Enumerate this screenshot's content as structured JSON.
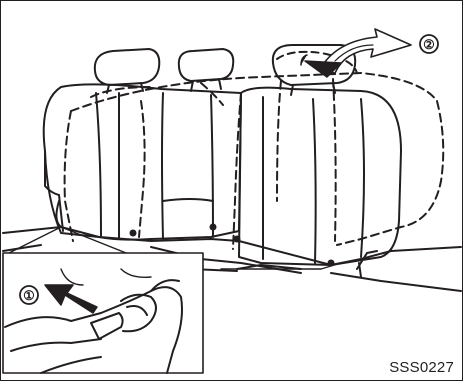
{
  "figure": {
    "code": "SSS0227",
    "callouts": [
      {
        "label": "①",
        "meaning": "pull-release-lever"
      },
      {
        "label": "②",
        "meaning": "fold-seatback-forward"
      }
    ],
    "colors": {
      "line": "#231f20",
      "background": "#ffffff",
      "arrow_fill": "#231f20",
      "arrow_outline_fill": "#ffffff"
    }
  }
}
